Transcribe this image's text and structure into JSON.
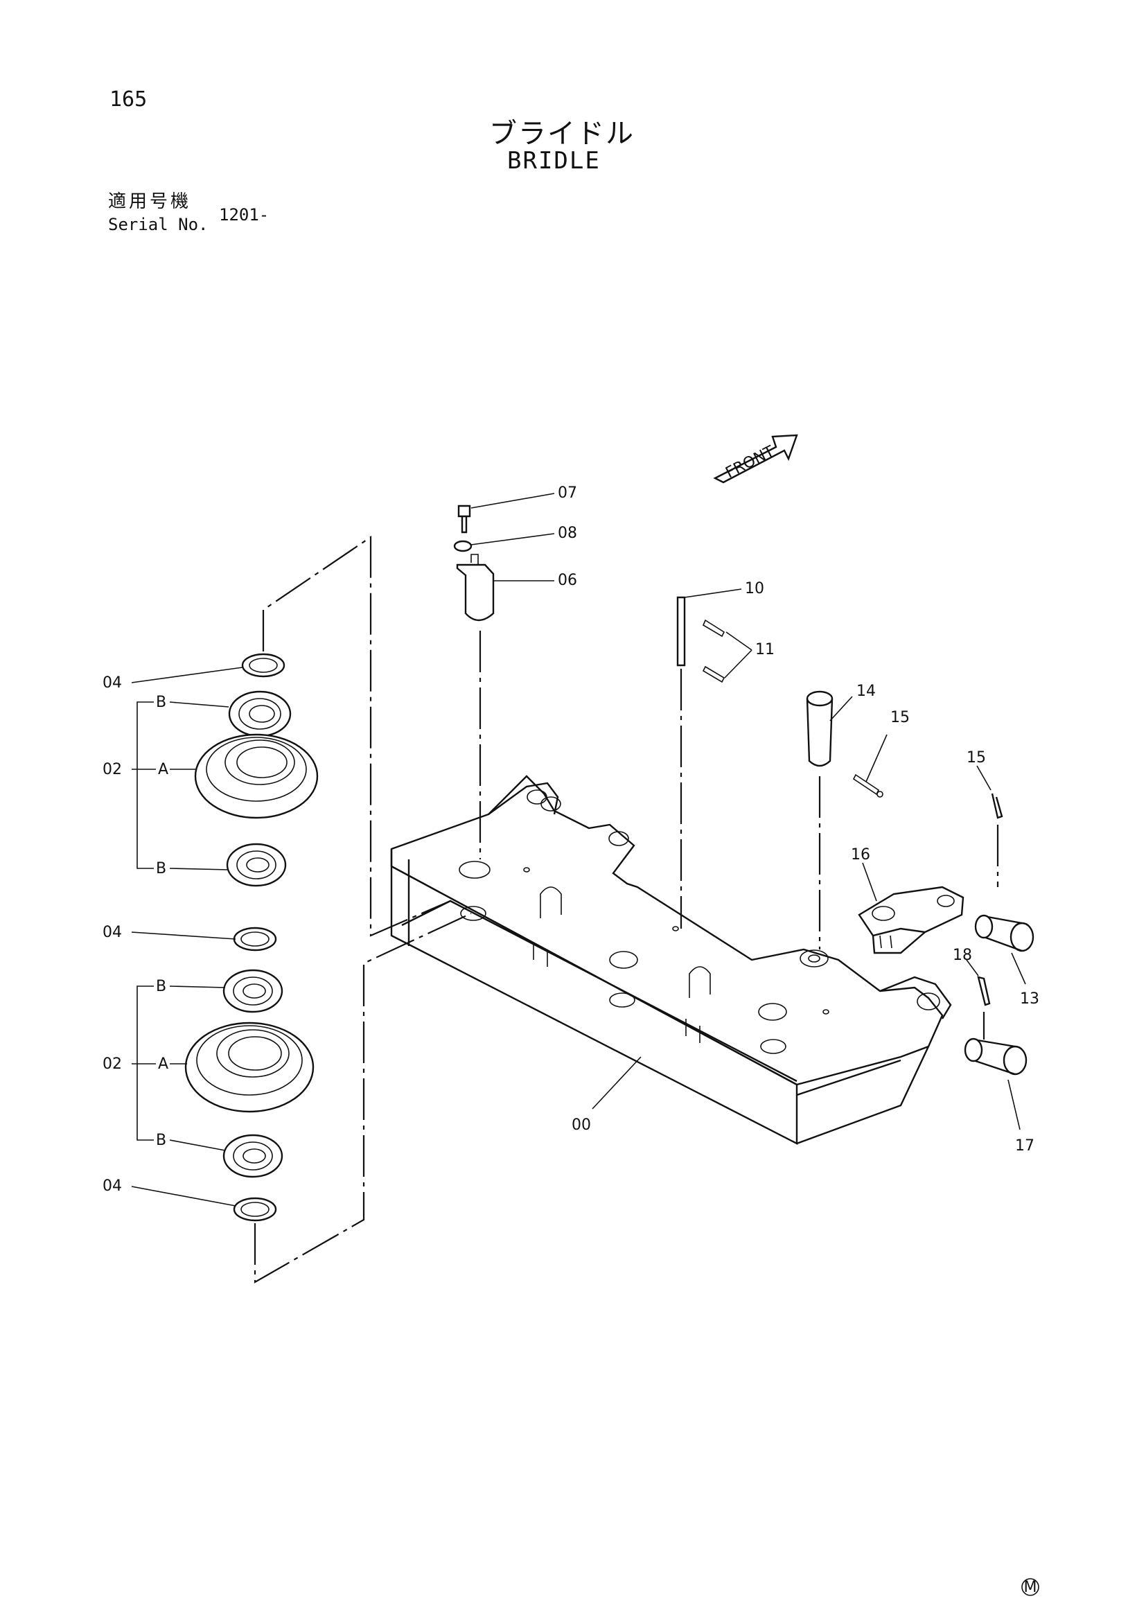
{
  "header": {
    "page_number": "165",
    "title_jp": "ブライドル",
    "title_en": "BRIDLE",
    "serial_label_jp": "適用号機",
    "serial_label_en": "Serial No.",
    "serial_value": "1201-"
  },
  "diagram": {
    "front_label": "FRONT",
    "mark": "M",
    "callouts": [
      "07",
      "08",
      "06",
      "10",
      "11",
      "14",
      "15",
      "15",
      "16",
      "13",
      "18",
      "17",
      "04",
      "B",
      "02",
      "A",
      "B",
      "04",
      "B",
      "02",
      "A",
      "B",
      "04",
      "00"
    ]
  }
}
